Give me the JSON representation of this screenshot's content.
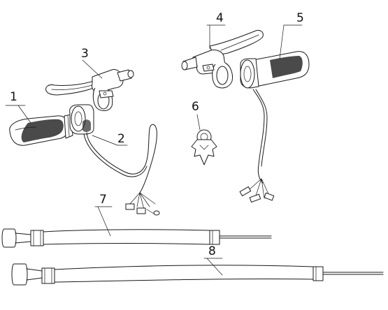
{
  "callouts": [
    {
      "label": "1"
    },
    {
      "label": "2"
    },
    {
      "label": "3"
    },
    {
      "label": "4"
    },
    {
      "label": "5"
    },
    {
      "label": "6"
    },
    {
      "label": "7"
    },
    {
      "label": "8"
    }
  ],
  "colors": {
    "line": "#1a1a1a",
    "grip_shade": "#2a2a2a",
    "background": "#ffffff"
  }
}
